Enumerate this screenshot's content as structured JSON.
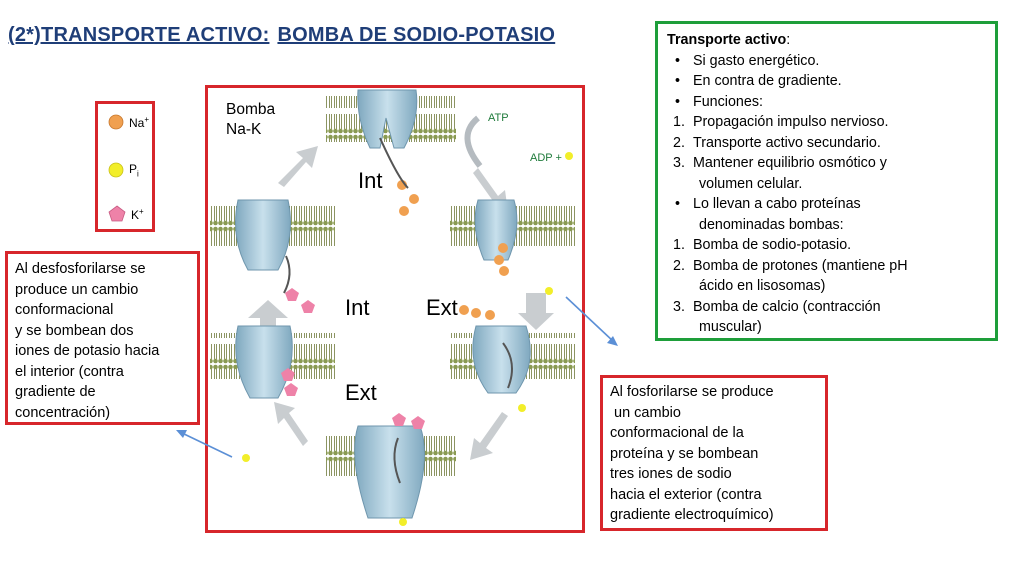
{
  "title": {
    "part1": "(2*)TRANSPORTE ACTIVO:",
    "part2": "BOMBA DE SODIO-POTASIO"
  },
  "legend": {
    "na": "Na",
    "na_sup": "+",
    "pi": "P",
    "pi_sub": "i",
    "k": "K",
    "k_sup": "+"
  },
  "diagram": {
    "pump_label_1": "Bomba",
    "pump_label_2": "Na-K",
    "int_top": "Int",
    "int_mid": "Int",
    "ext_mid": "Ext",
    "ext_bottom": "Ext",
    "atp": "ATP",
    "adp": "ADP +"
  },
  "left_note": {
    "lines": [
      "Al desfosforilarse se",
      "produce un cambio",
      "conformacional",
      "y se bombean dos",
      "iones de potasio hacia",
      "el interior (contra",
      "gradiente de",
      "concentración)"
    ]
  },
  "right_note": {
    "lines": [
      "Al fosforilarse se produce",
      " un cambio",
      "conformacional de la",
      "proteína y se bombean",
      "tres iones de sodio",
      "hacia el exterior (contra",
      "gradiente electroquímico)"
    ]
  },
  "info": {
    "head": "Transporte activo",
    "head_colon": ":",
    "items": [
      {
        "mark": "•",
        "text": "Si  gasto energético."
      },
      {
        "mark": "•",
        "text": "En contra de gradiente."
      },
      {
        "mark": "•",
        "text": "Funciones:"
      },
      {
        "mark": "1.",
        "text": "Propagación impulso nervioso."
      },
      {
        "mark": "2.",
        "text": "Transporte activo secundario."
      },
      {
        "mark": "3.",
        "text": "Mantener equilibrio osmótico y"
      },
      {
        "mark": "",
        "text": "volumen celular."
      },
      {
        "mark": "•",
        "text": "Lo llevan a cabo proteínas"
      },
      {
        "mark": "",
        "text": "denominadas bombas:"
      },
      {
        "mark": "1.",
        "text": "Bomba de sodio-potasio."
      },
      {
        "mark": "2.",
        "text": "Bomba de protones (mantiene pH"
      },
      {
        "mark": "",
        "text": "ácido en lisosomas)"
      },
      {
        "mark": "3.",
        "text": "Bomba de calcio (contracción"
      },
      {
        "mark": "",
        "text": "muscular)"
      }
    ]
  },
  "colors": {
    "title": "#1f3e78",
    "red_border": "#d7262b",
    "green_border": "#1e9e3a",
    "membrane": "#8a9a52",
    "protein": "#a9c8d8",
    "sodium": "#f0a050",
    "potassium": "#ee82a8",
    "phosphate": "#f2ee2a",
    "arrow_gray": "#c9cdd0",
    "arrow_blue": "#5b8fd6"
  }
}
